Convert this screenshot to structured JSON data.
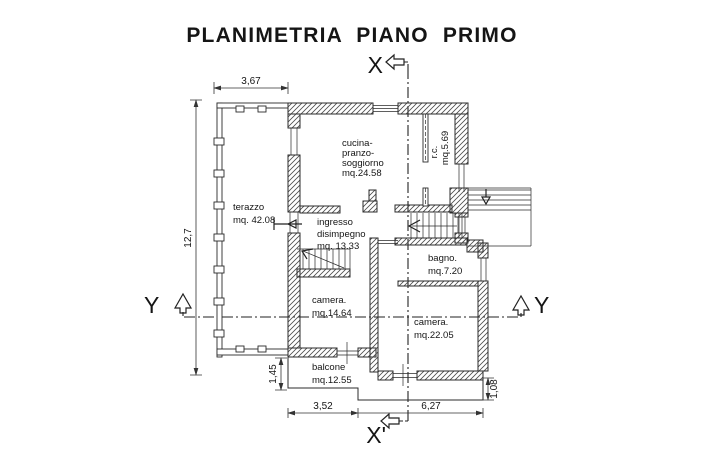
{
  "title": "PLANIMETRIA PIANO PRIMO",
  "axes": {
    "x_top": "X",
    "x_bottom": "X'",
    "y_left": "Y",
    "y_right": "Y"
  },
  "rooms": {
    "terrazzo": {
      "name": "terazzo",
      "area": "mq. 42.08"
    },
    "cucina": {
      "line1": "cucina-",
      "line2": "pranzo-",
      "line3": "soggiorno",
      "area": "mq.24.58"
    },
    "rc": {
      "name": "r.c.",
      "area": "mq.5.69"
    },
    "ingresso": {
      "line1": "ingresso",
      "line2": "disimpegno",
      "area": "mq. 13.33"
    },
    "bagno": {
      "name": "bagno.",
      "area": "mq.7.20"
    },
    "camera_nord": {
      "name": "camera.",
      "area": "mq.14.64"
    },
    "camera_sud": {
      "name": "camera.",
      "area": "mq.22.05"
    },
    "balcone": {
      "name": "balcone",
      "area": "mq.12.55"
    }
  },
  "dimensions": {
    "terrace_width": "3,67",
    "terrace_height": "12,7",
    "balcony_depth": "1,45",
    "bottom_left_width": "3,52",
    "bottom_right_width": "6,27",
    "step_height": "1,08"
  },
  "colors": {
    "ink": "#1f1f1f",
    "paper": "#ffffff"
  }
}
